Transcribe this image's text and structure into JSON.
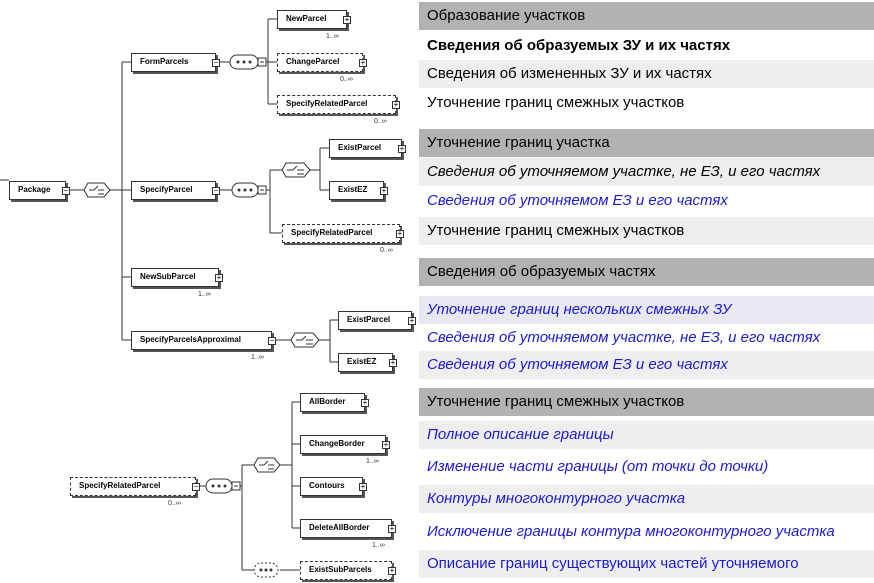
{
  "diagram": {
    "nodes": {
      "package": "Package",
      "form_parcels": "FormParcels",
      "new_parcel": "NewParcel",
      "change_parcel": "ChangeParcel",
      "specify_related_parcel_1": "SpecifyRelatedParcel",
      "specify_parcel": "SpecifyParcel",
      "exist_parcel_1": "ExistParcel",
      "exist_ez_1": "ExistEZ",
      "specify_related_parcel_2": "SpecifyRelatedParcel",
      "new_sub_parcel": "NewSubParcel",
      "specify_parcels_approximal": "SpecifyParcelsApproximal",
      "exist_parcel_2": "ExistParcel",
      "exist_ez_2": "ExistEZ",
      "specify_related_parcel_root": "SpecifyRelatedParcel",
      "all_border": "AllBorder",
      "change_border": "ChangeBorder",
      "contours": "Contours",
      "delete_all_border": "DeleteAllBorder",
      "exist_sub_parcels": "ExistSubParcels"
    },
    "cardinalities": {
      "new_parcel": "1..∞",
      "change_parcel": "0..∞",
      "specify_related_parcel_1": "0..∞",
      "specify_related_parcel_2": "0..∞",
      "new_sub_parcel": "1..∞",
      "specify_parcels_approximal": "1..∞",
      "specify_related_parcel_root": "0..∞",
      "change_border": "1..∞",
      "delete_all_border": "1..∞"
    }
  },
  "descriptions": [
    "Образование участков",
    "Сведения об образуемых ЗУ и их частях",
    "Сведения об измененных ЗУ и их частях",
    "Уточнение границ смежных участков",
    "Уточнение границ участка",
    "Сведения об уточняемом участке, не ЕЗ, и его частях",
    "Сведения об уточняемом ЕЗ и его частях",
    "Уточнение границ смежных участков",
    "Сведения об образуемых частях",
    "Уточнение границ нескольких смежных ЗУ",
    "Сведения об уточняемом участке, не ЕЗ,  и его частях",
    "Сведения об уточняемом ЕЗ и его частях",
    "Уточнение границ смежных участков",
    "Полное описание границы",
    "Изменение части границы (от точки до точки)",
    "Контуры многоконтурного участка",
    "Исключение границы контура многоконтурного участка",
    "Описание границ существующих частей уточняемого"
  ],
  "colors": {
    "header": "#b2b2b2",
    "light": "#eeeeee",
    "link": "#1a1ad6"
  }
}
